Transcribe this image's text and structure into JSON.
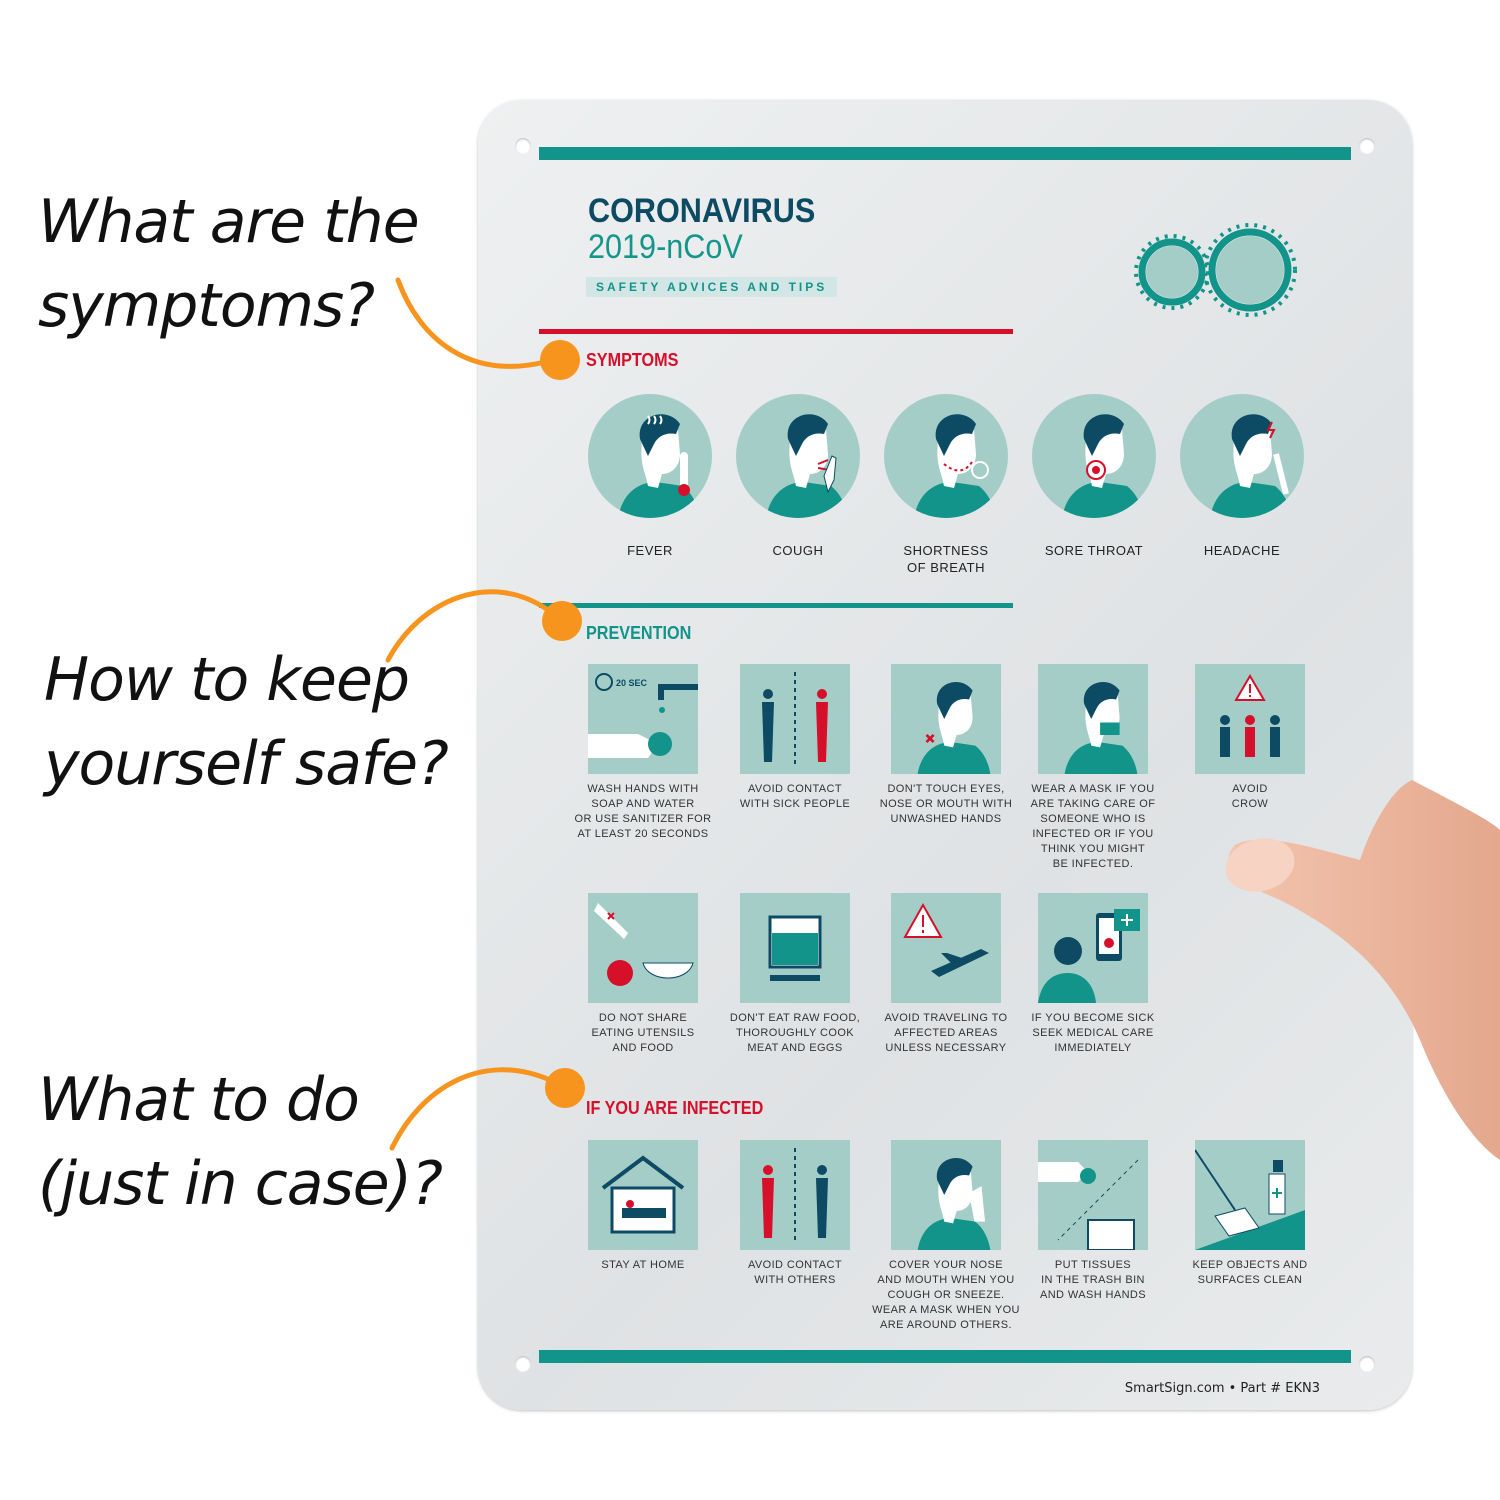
{
  "callouts": {
    "symptoms_question": "What are the\nsymptoms?",
    "safe_question": "How to keep\nyourself safe?",
    "infected_question": "What to do\n(just in case)?"
  },
  "sign": {
    "title": "CORONAVIRUS",
    "subtitle": "2019-nCoV",
    "tagline": "SAFETY ADVICES AND TIPS",
    "footer": "SmartSign.com • Part # EKN3",
    "colors": {
      "teal": "#12948a",
      "navy": "#0d4a63",
      "red": "#d6102a",
      "tile": "#a4cdc8",
      "orange": "#f7941d"
    }
  },
  "symptoms": {
    "heading": "SYMPTOMS",
    "items": [
      {
        "label": "FEVER",
        "icon": "fever-icon"
      },
      {
        "label": "COUGH",
        "icon": "cough-icon"
      },
      {
        "label": "SHORTNESS\nOF BREATH",
        "icon": "shortness-of-breath-icon"
      },
      {
        "label": "SORE THROAT",
        "icon": "sore-throat-icon"
      },
      {
        "label": "HEADACHE",
        "icon": "headache-icon"
      }
    ]
  },
  "prevention": {
    "heading": "PREVENTION",
    "timer_text": "20 SEC",
    "items": [
      {
        "label": "WASH HANDS WITH\nSOAP AND WATER\nOR USE SANITIZER FOR\nAT LEAST 20 SECONDS",
        "icon": "wash-hands-icon"
      },
      {
        "label": "AVOID CONTACT\nWITH SICK PEOPLE",
        "icon": "avoid-contact-icon"
      },
      {
        "label": "DON'T TOUCH EYES,\nNOSE OR MOUTH WITH\nUNWASHED HANDS",
        "icon": "dont-touch-face-icon"
      },
      {
        "label": "WEAR A MASK IF YOU\nARE TAKING CARE OF\nSOMEONE WHO IS\nINFECTED OR IF YOU\nTHINK YOU MIGHT\nBE INFECTED.",
        "icon": "mask-icon"
      },
      {
        "label": "AVOID\nCROW",
        "icon": "crowd-icon"
      },
      {
        "label": "DO NOT SHARE\nEATING UTENSILS\nAND FOOD",
        "icon": "utensils-icon"
      },
      {
        "label": "DON'T EAT RAW FOOD,\nTHOROUGHLY COOK\nMEAT AND EGGS",
        "icon": "cooking-pot-icon"
      },
      {
        "label": "AVOID TRAVELING TO\nAFFECTED AREAS\nUNLESS NECESSARY",
        "icon": "airplane-icon"
      },
      {
        "label": "IF YOU BECOME SICK\nSEEK MEDICAL CARE\nIMMEDIATELY",
        "icon": "phone-medical-icon"
      }
    ]
  },
  "infected": {
    "heading": "IF YOU ARE INFECTED",
    "items": [
      {
        "label": "STAY AT HOME",
        "icon": "home-icon"
      },
      {
        "label": "AVOID CONTACT\nWITH OTHERS",
        "icon": "avoid-others-icon"
      },
      {
        "label": "COVER YOUR NOSE\nAND MOUTH WHEN YOU\nCOUGH OR SNEEZE.\nWEAR A MASK WHEN YOU\nARE AROUND OTHERS.",
        "icon": "cover-mouth-icon"
      },
      {
        "label": "PUT TISSUES\nIN THE TRASH BIN\nAND WASH HANDS",
        "icon": "trash-bin-icon"
      },
      {
        "label": "KEEP OBJECTS AND\nSURFACES CLEAN",
        "icon": "cleaning-spray-icon"
      }
    ]
  }
}
